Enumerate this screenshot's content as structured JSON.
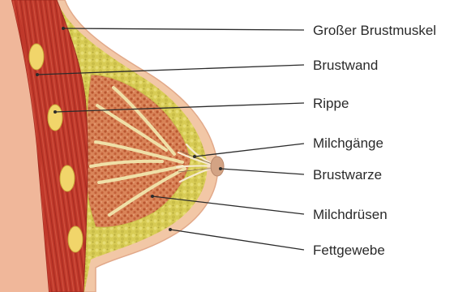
{
  "labels": {
    "pectoral_muscle": "Großer Brustmuskel",
    "chest_wall": "Brustwand",
    "rib": "Rippe",
    "milk_ducts": "Milchgänge",
    "nipple": "Brustwarze",
    "mammary_glands": "Milchdrüsen",
    "fatty_tissue": "Fettgewebe"
  },
  "colors": {
    "background": "#ffffff",
    "skin": "#f2c7a6",
    "skin_edge": "#e2a98a",
    "muscle": "#c0392b",
    "muscle_light": "#d9604a",
    "fat": "#d8cc55",
    "fat_dark": "#b5a93a",
    "gland": "#d2744a",
    "gland_dots": "#a84a2a",
    "duct": "#f3e2b0",
    "rib": "#f1d56a",
    "nipple": "#d3a384",
    "text": "#2a2a2a"
  }
}
